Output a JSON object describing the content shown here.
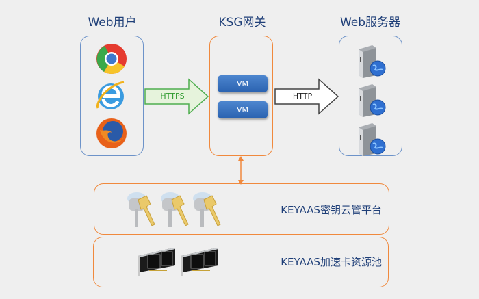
{
  "titles": {
    "users": "Web用户",
    "gateway": "KSG网关",
    "servers": "Web服务器"
  },
  "users": {
    "icons": [
      "chrome-icon",
      "internet-explorer-icon",
      "firefox-icon"
    ]
  },
  "gateway": {
    "vms": [
      "VM",
      "VM"
    ]
  },
  "arrows": {
    "left": {
      "label": "HTTPS",
      "color": "#2e9a2e",
      "fill": "#e6f3dc"
    },
    "right": {
      "label": "HTTP",
      "color": "#222222",
      "fill": "#ffffff"
    }
  },
  "servers": {
    "count": 3
  },
  "panels": {
    "keys": {
      "label": "KEYAAS密钥云管平台",
      "count": 3
    },
    "cards": {
      "label": "KEYAAS加速卡资源池",
      "count": 2
    }
  },
  "colors": {
    "blue_border": "#6d93c9",
    "orange_border": "#f0893d",
    "title_text": "#1f3f78",
    "vm_fill": "#3a72c0"
  }
}
